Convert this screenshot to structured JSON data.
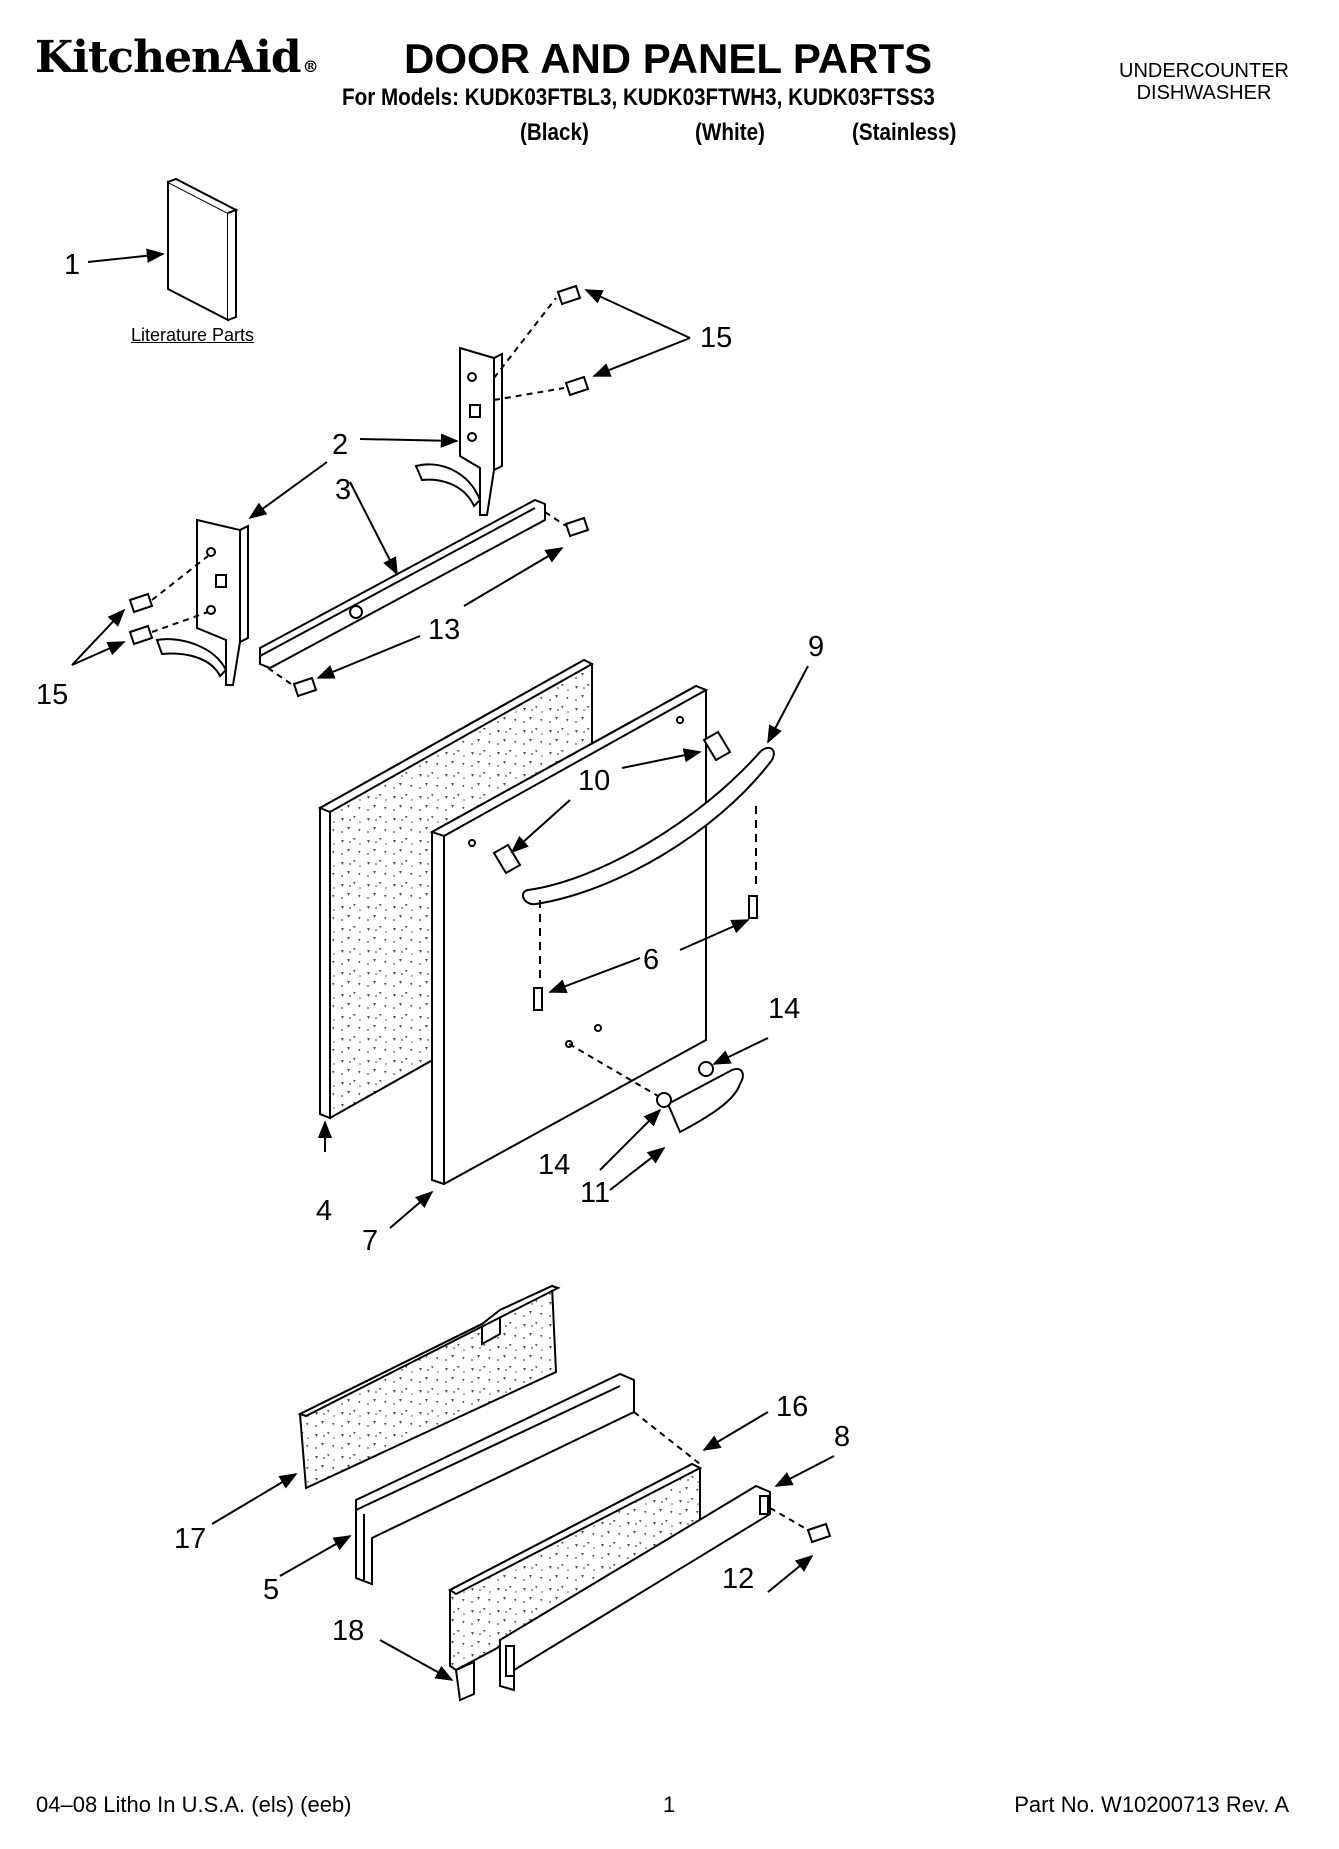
{
  "header": {
    "brand": "KitchenAid",
    "brand_mark": "®",
    "title": "DOOR AND PANEL PARTS",
    "models_line": "For Models: KUDK03FTBL3, KUDK03FTWH3, KUDK03FTSS3",
    "variants": [
      "(Black)",
      "(White)",
      "(Stainless)"
    ],
    "appliance_line1": "UNDERCOUNTER",
    "appliance_line2": "DISHWASHER"
  },
  "diagram": {
    "literature_label": "Literature Parts",
    "callouts": {
      "c1": "1",
      "c2": "2",
      "c3": "3",
      "c4": "4",
      "c5": "5",
      "c6": "6",
      "c7": "7",
      "c8": "8",
      "c9": "9",
      "c10": "10",
      "c11": "11",
      "c12": "12",
      "c13": "13",
      "c14a": "14",
      "c14b": "14",
      "c15a": "15",
      "c15b": "15",
      "c16": "16",
      "c17": "17",
      "c18": "18"
    }
  },
  "footer": {
    "left": "04–08 Litho In U.S.A. (els) (eeb)",
    "page_number": "1",
    "part_no": "Part No. W10200713 Rev. A"
  }
}
